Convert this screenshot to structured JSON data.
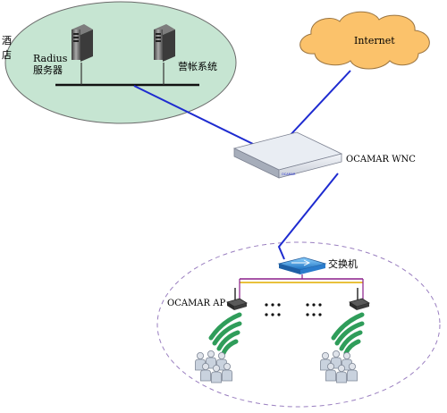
{
  "labels": {
    "hotel": "酒店",
    "radius_line1": "Radius",
    "radius_line2": "服务器",
    "billing": "营帐系统",
    "internet": "Internet",
    "wnc": "OCAMAR WNC",
    "switch": "交换机",
    "ap": "OCAMAR AP",
    "device_brand": "OCAMAR"
  },
  "colors": {
    "hotel_zone_fill": "#c6e5d2",
    "cloud_fill": "#fbc26b",
    "link_blue": "#1e2bd0",
    "lan_line": "#8a1f8a",
    "lan_yellow": "#e9c13c",
    "wifi_green": "#2f9d5a",
    "dashed_zone": "#9a7fc0"
  },
  "icons": [
    "server-icon",
    "cloud-icon",
    "wnc-router-icon",
    "switch-icon",
    "access-point-icon",
    "wifi-signal-icon",
    "user-group-icon"
  ]
}
